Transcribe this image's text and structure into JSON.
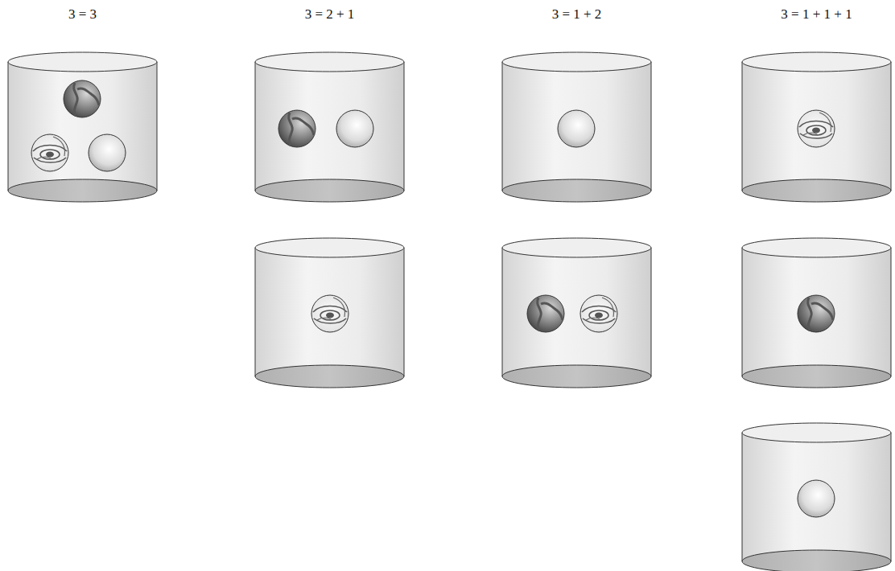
{
  "diagram": {
    "labels": [
      "3 = 3",
      "3 = 2 + 1",
      "3 = 1 + 2",
      "3 = 1 + 1 + 1"
    ]
  }
}
